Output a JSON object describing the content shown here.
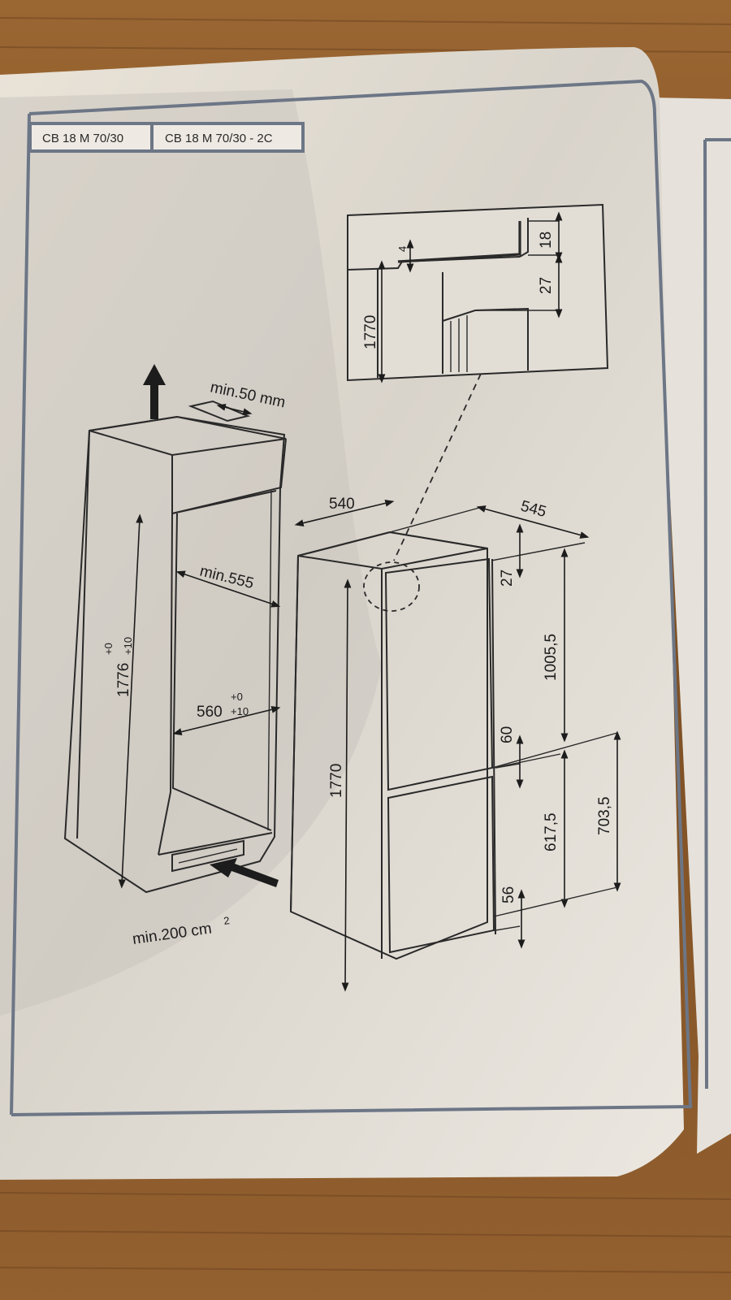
{
  "tabs": [
    "CB 18 M 70/30",
    "CB 18 M 70/30 - 2C"
  ],
  "niche": {
    "top_clearance": "min.50 mm",
    "depth": "min.555",
    "width_value": "560",
    "width_tol_plus": "+0",
    "width_tol_minus": "+10",
    "height_value": "1776",
    "height_tol_plus": "+0",
    "height_tol_minus": "+10",
    "vent_area": "min.200 cm",
    "vent_area_exp": "2"
  },
  "appliance": {
    "width": "540",
    "depth": "545",
    "height": "1770",
    "top_gap": "27",
    "upper_door": "1005,5",
    "door_gap": "60",
    "lower_door": "617,5",
    "lower_door_total": "703,5",
    "bottom_gap": "56"
  },
  "detail": {
    "gap": "4",
    "top": "18",
    "offset": "27",
    "height": "1770"
  }
}
